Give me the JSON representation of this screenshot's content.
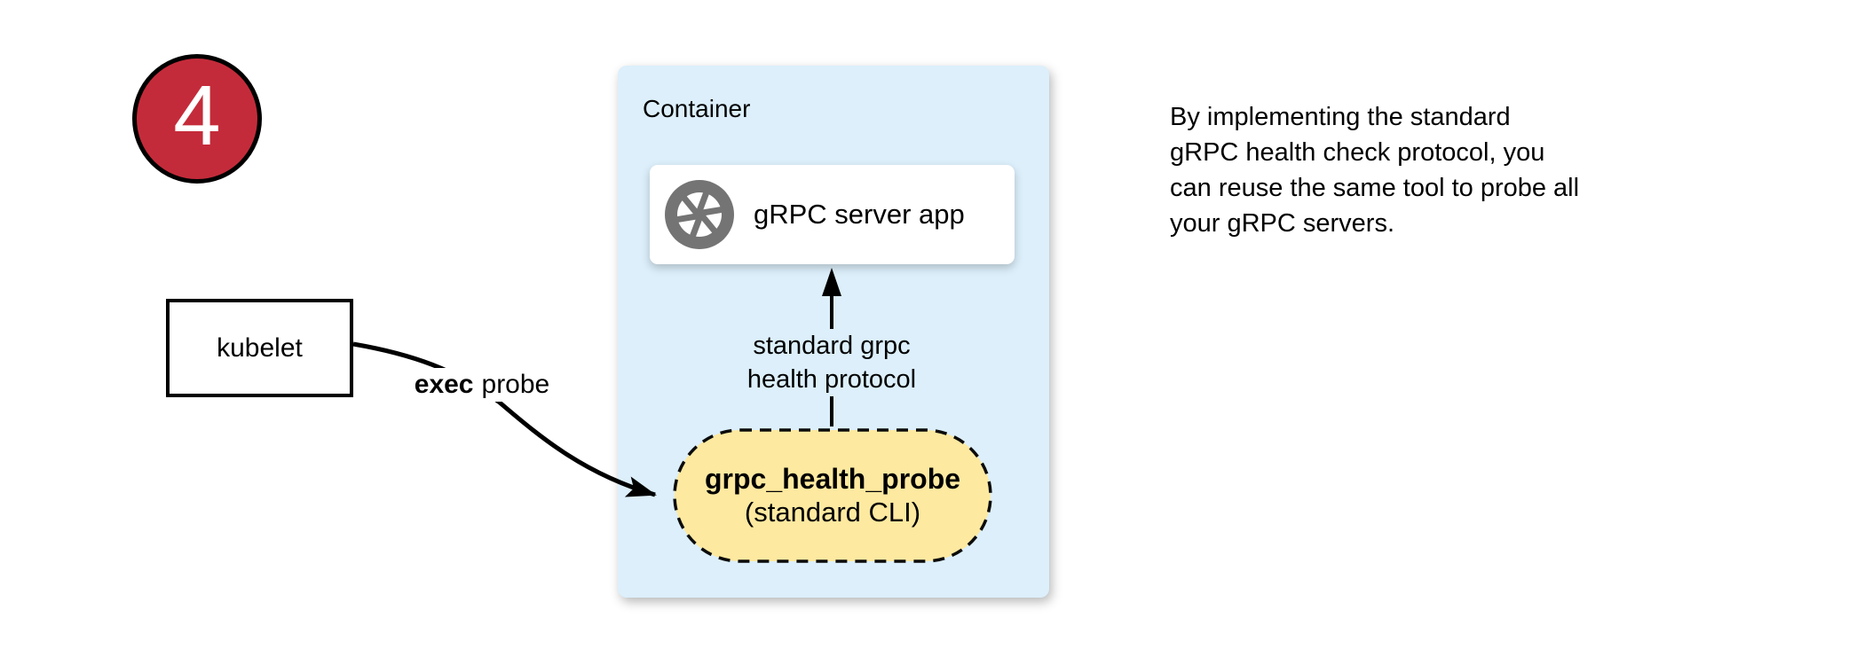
{
  "step": {
    "number": "4"
  },
  "nodes": {
    "kubelet": {
      "label": "kubelet"
    },
    "container": {
      "label": "Container"
    },
    "server_app": {
      "label": "gRPC server app",
      "icon": "aperture-icon"
    },
    "probe": {
      "name": "grpc_health_probe",
      "subtitle": "(standard CLI)"
    }
  },
  "edges": {
    "exec_probe": {
      "bold": "exec",
      "rest": "probe"
    },
    "health_protocol": {
      "line1": "standard grpc",
      "line2": "health protocol"
    }
  },
  "note": {
    "lines": [
      "By implementing the standard",
      "gRPC health check protocol, you",
      "can reuse the same tool to probe all",
      "your gRPC servers."
    ]
  },
  "colors": {
    "badge_fill": "#C42B3A",
    "container_fill": "#DCEFFB",
    "probe_fill": "#FEE9A0",
    "icon_gray": "#747474",
    "stroke": "#000000"
  }
}
